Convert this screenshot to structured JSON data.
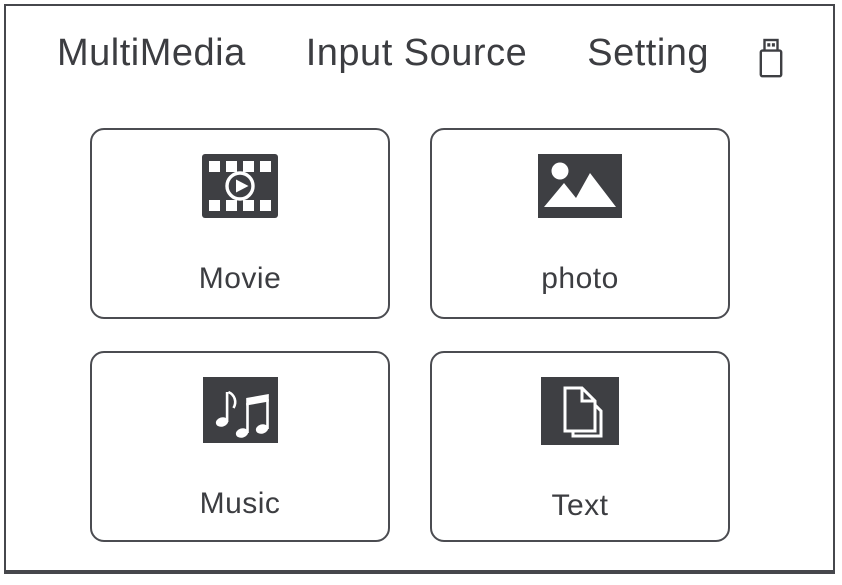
{
  "menu": {
    "items": [
      {
        "label": "MultiMedia"
      },
      {
        "label": "Input Source"
      },
      {
        "label": "Setting"
      }
    ],
    "usb_icon": "usb-drive-icon"
  },
  "cards": [
    {
      "label": "Movie",
      "icon": "film-strip-icon"
    },
    {
      "label": "photo",
      "icon": "photo-image-icon"
    },
    {
      "label": "Music",
      "icon": "music-notes-icon"
    },
    {
      "label": "Text",
      "icon": "document-pages-icon"
    }
  ],
  "colors": {
    "icon_background": "#3e3f43",
    "text": "#3c3d41",
    "card_border": "#4b4c51",
    "frame_border": "#46474c",
    "background": "#ffffff"
  }
}
